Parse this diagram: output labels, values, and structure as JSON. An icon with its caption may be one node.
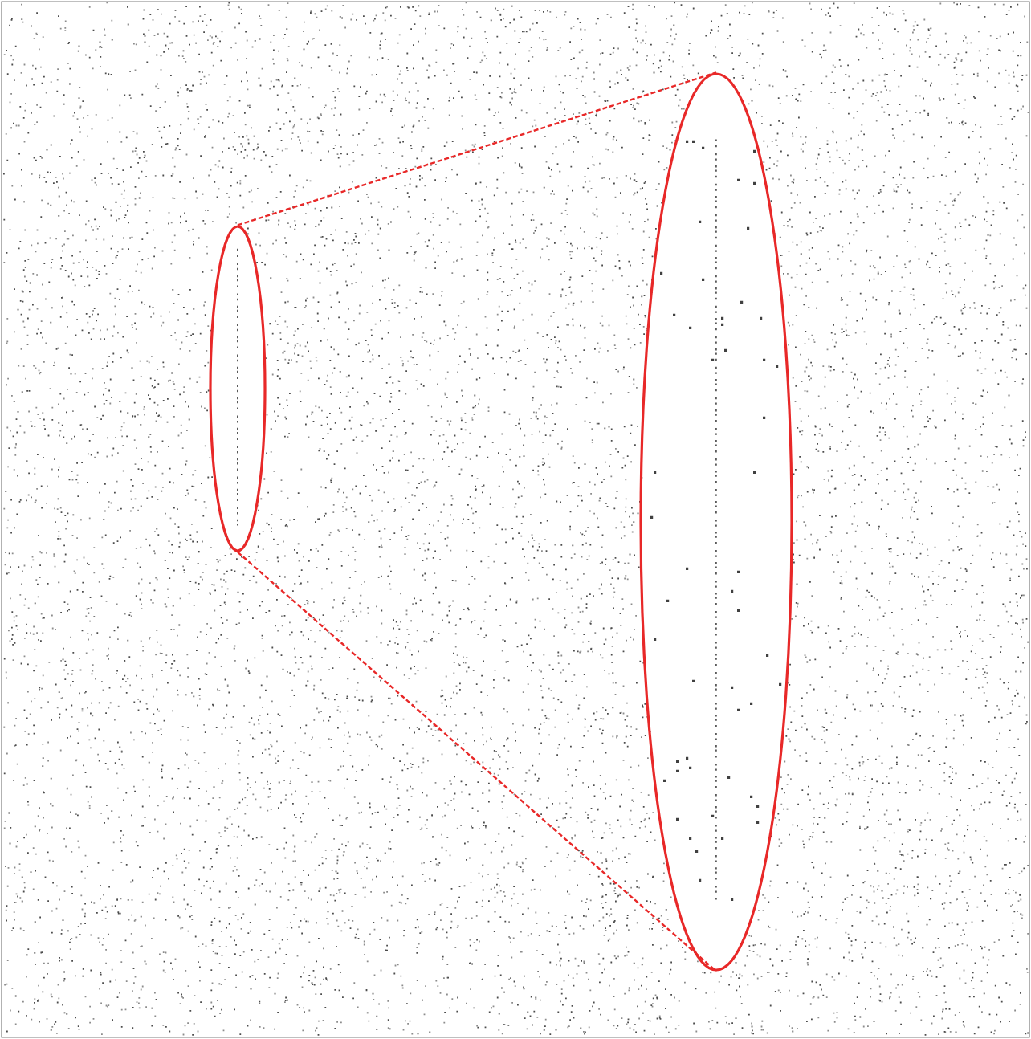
{
  "diagram": {
    "nodes": [
      {
        "text": [],
        "shape": "ellipse"
      },
      {
        "text": [],
        "shape": "ellipse"
      }
    ],
    "edges": [
      {
        "from": 0,
        "to": 1,
        "arrow": "none",
        "style": "dashed"
      },
      {
        "from": 0,
        "to": 1,
        "arrow": "none",
        "style": "dashed"
      }
    ]
  }
}
